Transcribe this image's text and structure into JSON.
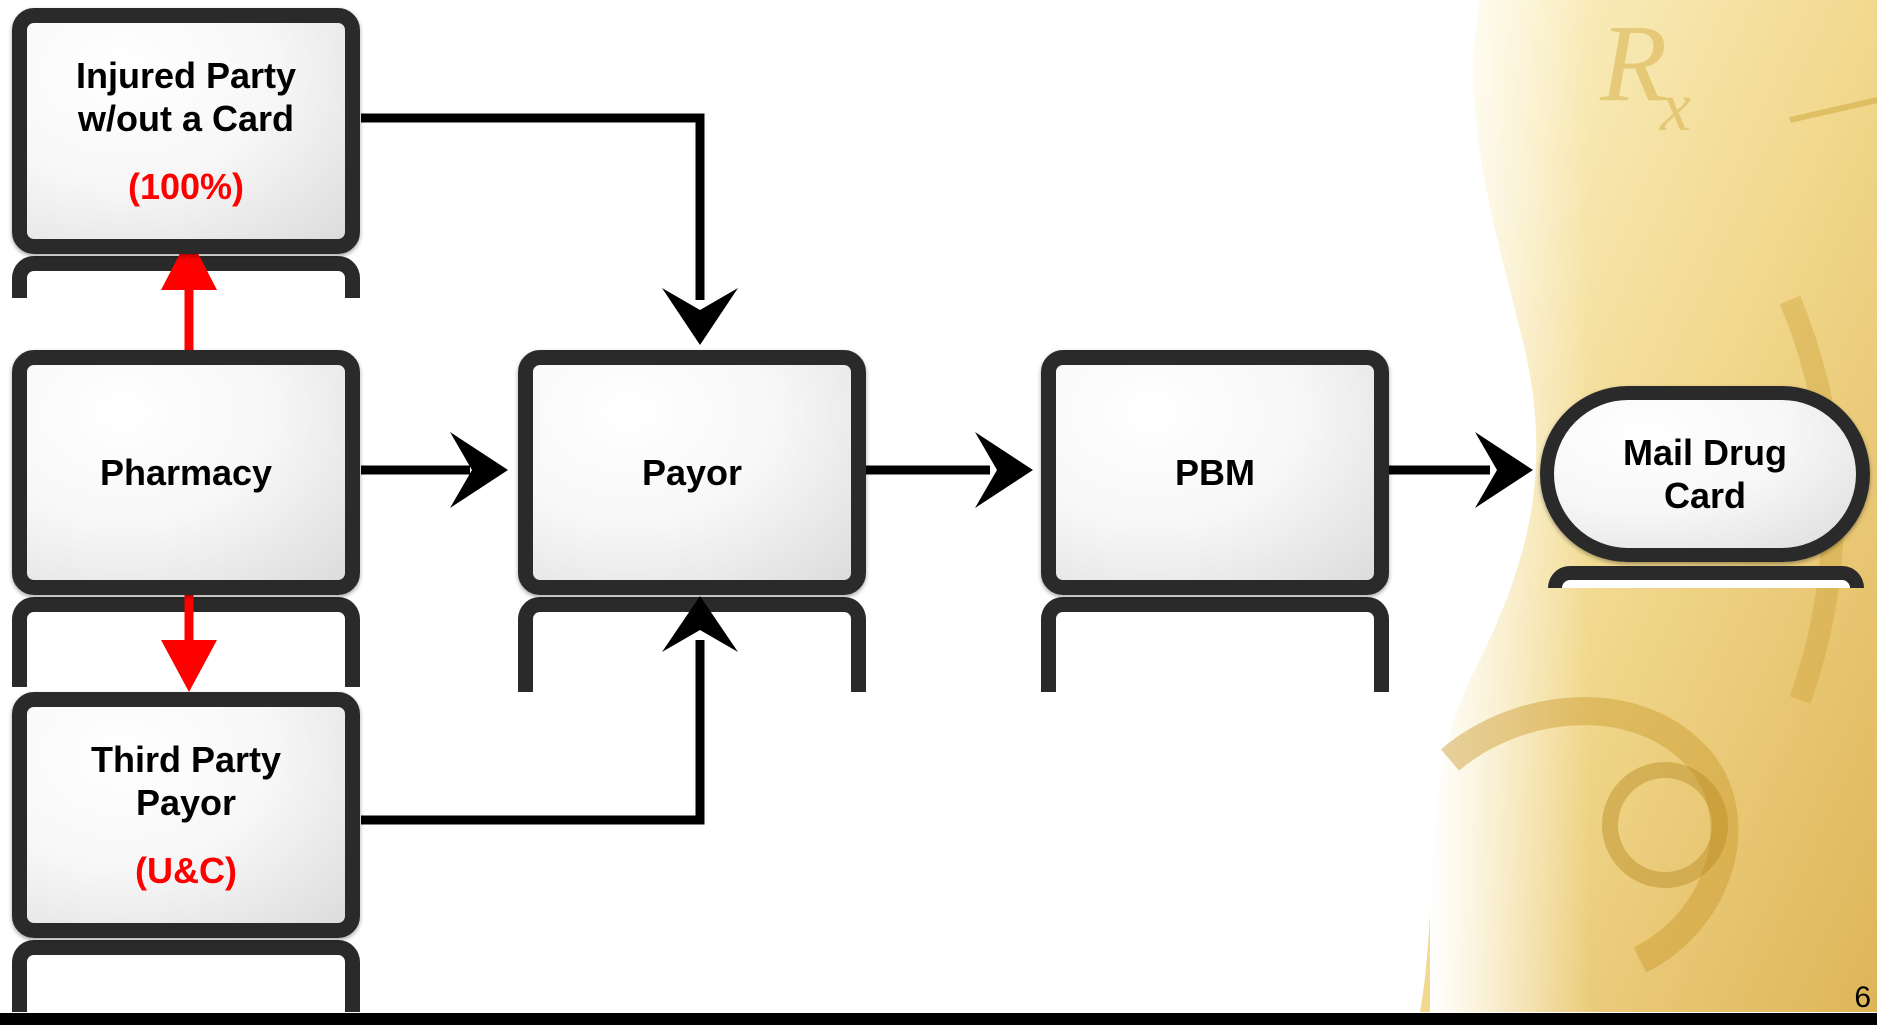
{
  "diagram": {
    "nodes": {
      "injured": {
        "label_line1": "Injured Party",
        "label_line2": "w/out a Card",
        "note": "(100%)"
      },
      "pharmacy": {
        "label": "Pharmacy"
      },
      "third_party": {
        "label_line1": "Third Party",
        "label_line2": "Payor",
        "note": "(U&C)"
      },
      "payor": {
        "label": "Payor"
      },
      "pbm": {
        "label": "PBM"
      },
      "mail_card": {
        "label_line1": "Mail Drug",
        "label_line2": "Card"
      }
    },
    "edges": [
      {
        "from": "pharmacy",
        "to": "injured",
        "color": "#ff0000"
      },
      {
        "from": "pharmacy",
        "to": "third_party",
        "color": "#ff0000"
      },
      {
        "from": "pharmacy",
        "to": "payor",
        "color": "#000000"
      },
      {
        "from": "injured",
        "to": "payor",
        "color": "#000000"
      },
      {
        "from": "third_party",
        "to": "payor",
        "color": "#000000"
      },
      {
        "from": "payor",
        "to": "pbm",
        "color": "#000000"
      },
      {
        "from": "pbm",
        "to": "mail_card",
        "color": "#000000"
      }
    ]
  },
  "background": {
    "icon": "prescription-rx-stethoscope-art",
    "tint": "#e8c24a"
  },
  "page_number": "6",
  "colors": {
    "accent": "#ff0000",
    "box_border": "#2a2a2a"
  }
}
